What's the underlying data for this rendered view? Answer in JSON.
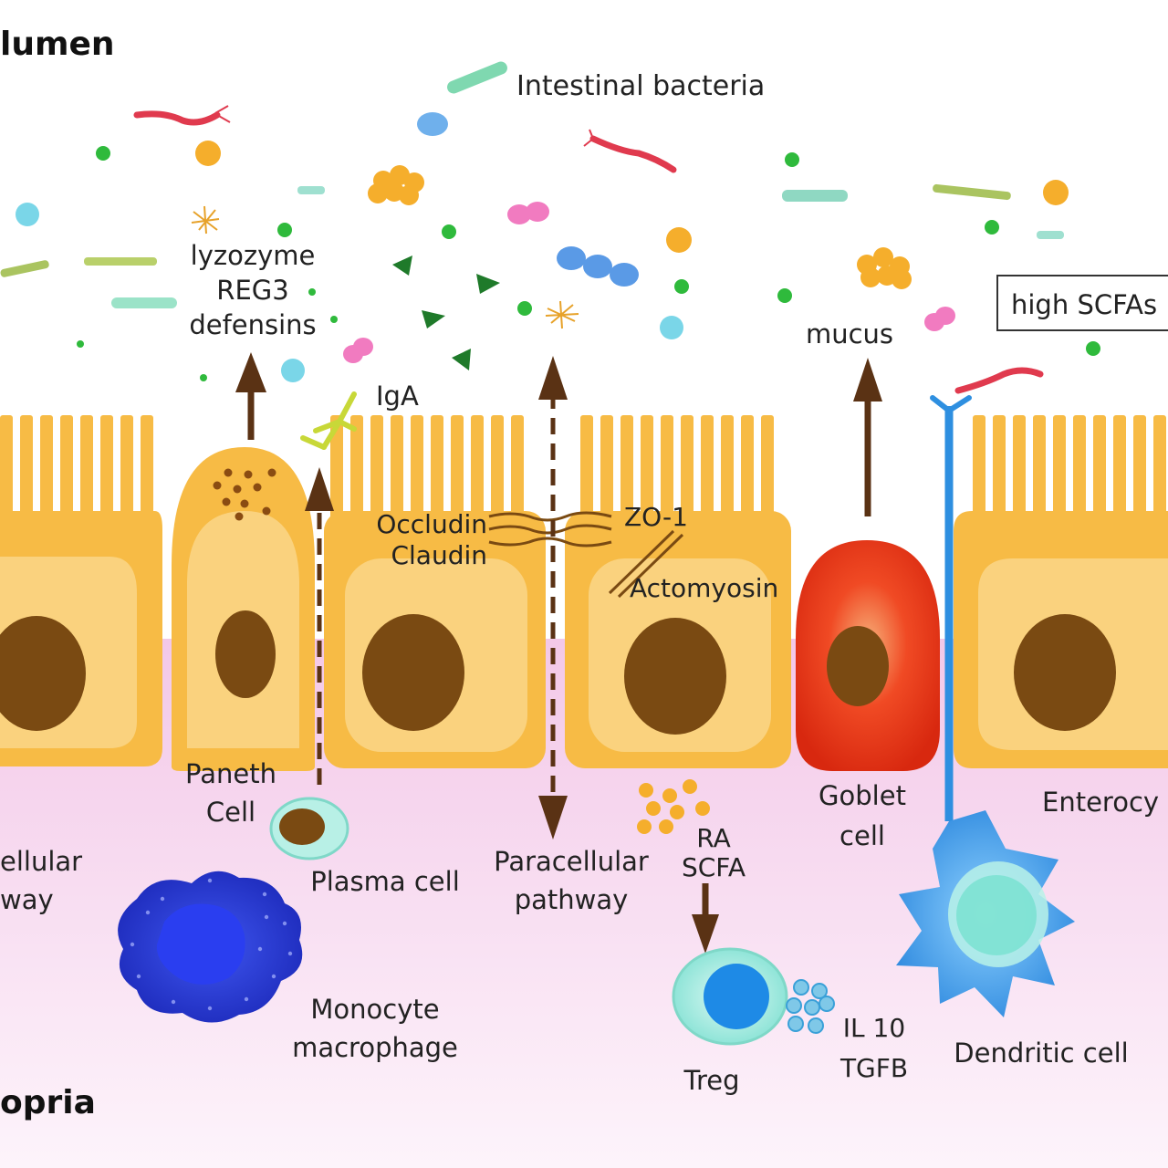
{
  "labels": {
    "lumen": "lumen",
    "lamina": "opria",
    "intestinal_bacteria": "Intestinal bacteria",
    "antimicrobials": [
      "lyzozyme",
      "REG3",
      "defensins"
    ],
    "iga": "IgA",
    "occludin": "Occludin",
    "claudin": "Claudin",
    "zo1": "ZO-1",
    "actomyosin": "Actomyosin",
    "mucus": "mucus",
    "high_scfas": "high SCFAs",
    "paneth": [
      "Paneth",
      "Cell"
    ],
    "goblet": [
      "Goblet",
      "cell"
    ],
    "enterocyte": "Enterocy",
    "transcellular": [
      "ellular",
      "way"
    ],
    "plasma_cell": "Plasma cell",
    "paracellular": [
      "Paracellular",
      "pathway"
    ],
    "ra_scfa": [
      "RA",
      "SCFA"
    ],
    "monocyte": [
      "Monocyte",
      "macrophage"
    ],
    "treg": "Treg",
    "il10_tgfb": [
      "IL 10",
      "TGFB"
    ],
    "dendritic": "Dendritic cell"
  },
  "colors": {
    "cell_fill": "#f7bb45",
    "cell_inner": "#fad27e",
    "nucleus": "#7a4a12",
    "goblet_fill": "#e8341c",
    "arrow": "#5a3214",
    "lamina_bg": "#f7dcef",
    "dendritic": "#2e8fe0",
    "monocyte": "#2233cc",
    "treg_outer": "#8fe8dc",
    "treg_inner": "#1e8ae6"
  }
}
